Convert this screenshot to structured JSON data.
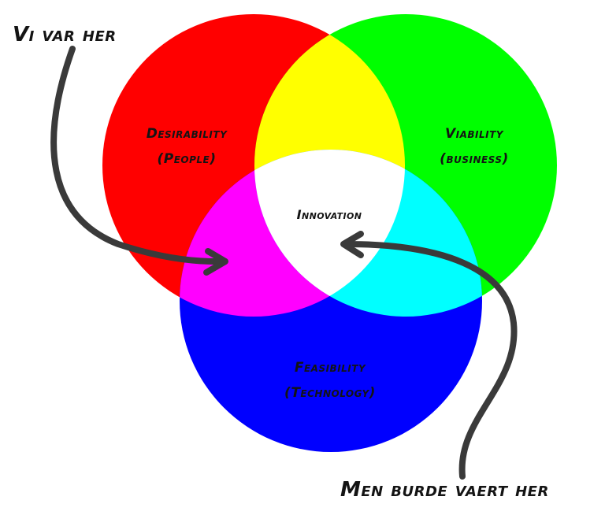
{
  "diagram": {
    "circles": {
      "desirability": {
        "color": "#ff0000",
        "line1": "Desirability",
        "line2": "(People)"
      },
      "viability": {
        "color": "#00ff00",
        "line1": "Viability",
        "line2": "(business)"
      },
      "feasibility": {
        "color": "#0000ff",
        "line1": "Feasibility",
        "line2": "(Technology)"
      }
    },
    "overlaps": {
      "red_green": "#ffff00",
      "red_blue": "#ff00ff",
      "green_blue": "#00ffff",
      "center": "#ffffff"
    },
    "center_label": "Innovation",
    "annotations": {
      "top_left": "Vi var her",
      "bottom_right": "Men burde vaert her"
    },
    "arrow_color": "#3a3a3a"
  }
}
